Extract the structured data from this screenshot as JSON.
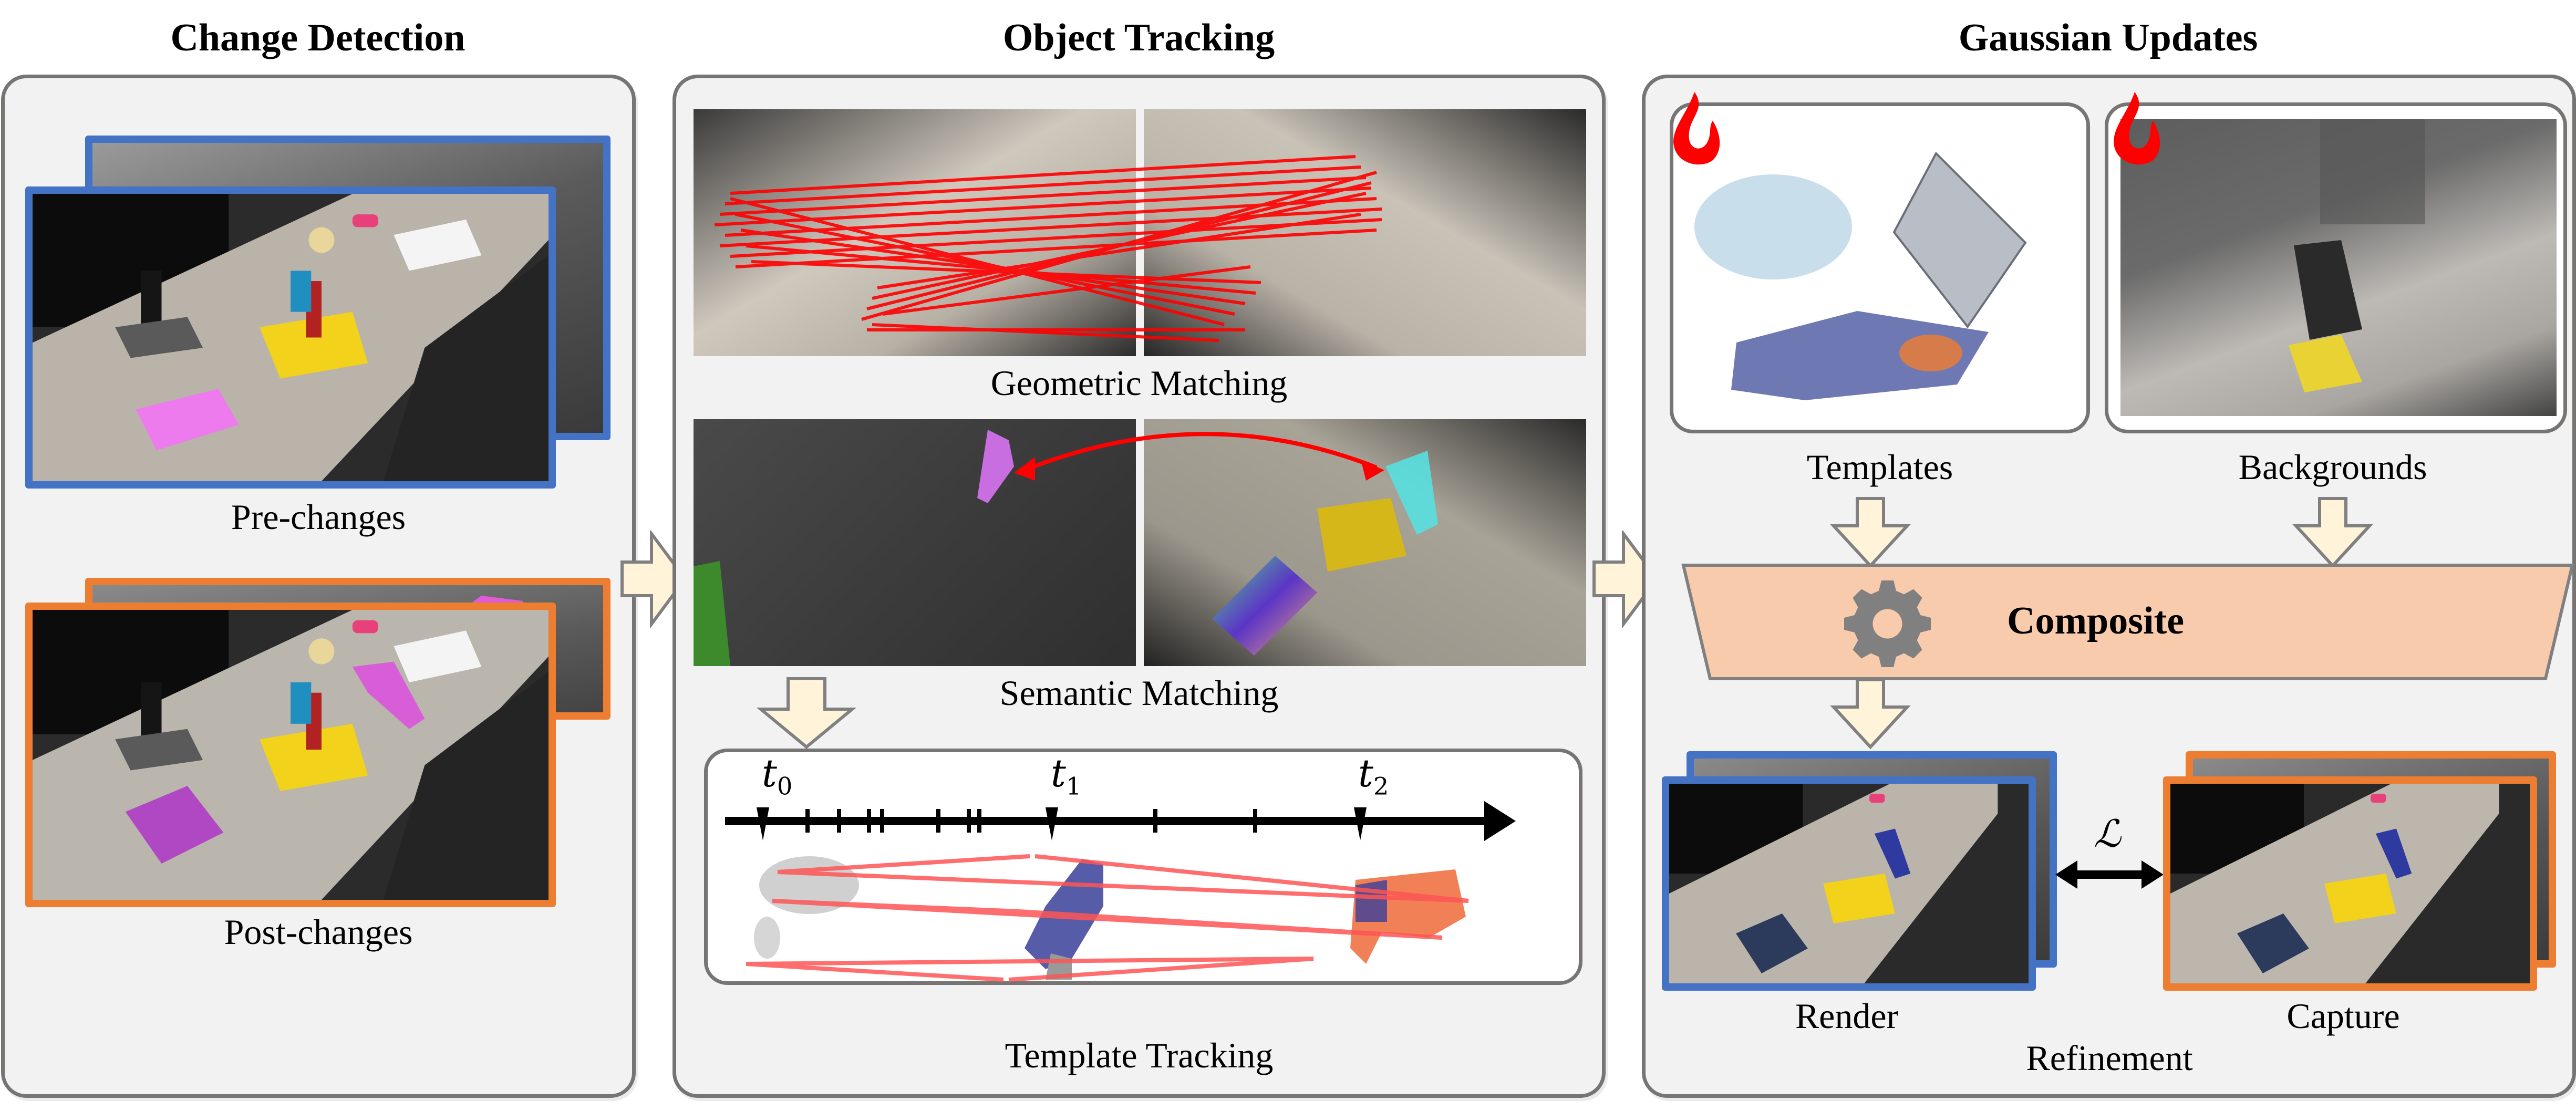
{
  "stages": {
    "change_detection": {
      "title": "Change Detection",
      "pre_caption": "Pre-changes",
      "post_caption": "Post-changes"
    },
    "object_tracking": {
      "title": "Object Tracking",
      "geometric_caption": "Geometric Matching",
      "semantic_caption": "Semantic Matching",
      "template_caption": "Template Tracking",
      "timeline": {
        "labels": [
          "t",
          "t",
          "t"
        ],
        "subscripts": [
          "0",
          "1",
          "2"
        ]
      }
    },
    "gaussian_updates": {
      "title": "Gaussian Updates",
      "templates_caption": "Templates",
      "backgrounds_caption": "Backgrounds",
      "composite_label": "Composite",
      "render_caption": "Render",
      "capture_caption": "Capture",
      "refinement_caption": "Refinement",
      "loss_symbol": "ℒ"
    }
  },
  "icons": {
    "flow_arrow": "right-arrow-icon",
    "down_arrow": "down-arrow-icon",
    "fire": "fire-icon",
    "gear": "gear-icon",
    "double_arrow": "double-arrow-icon"
  },
  "colors": {
    "panel_bg": "#f2f2f2",
    "panel_border": "#777474",
    "pre_frame": "#4472c4",
    "post_frame": "#ed7d31",
    "arrow_fill": "#fff4d9",
    "arrow_stroke": "#808080",
    "composite_fill": "#f8cbad",
    "match_line": "#ff0000",
    "fire": "#ff0000"
  }
}
